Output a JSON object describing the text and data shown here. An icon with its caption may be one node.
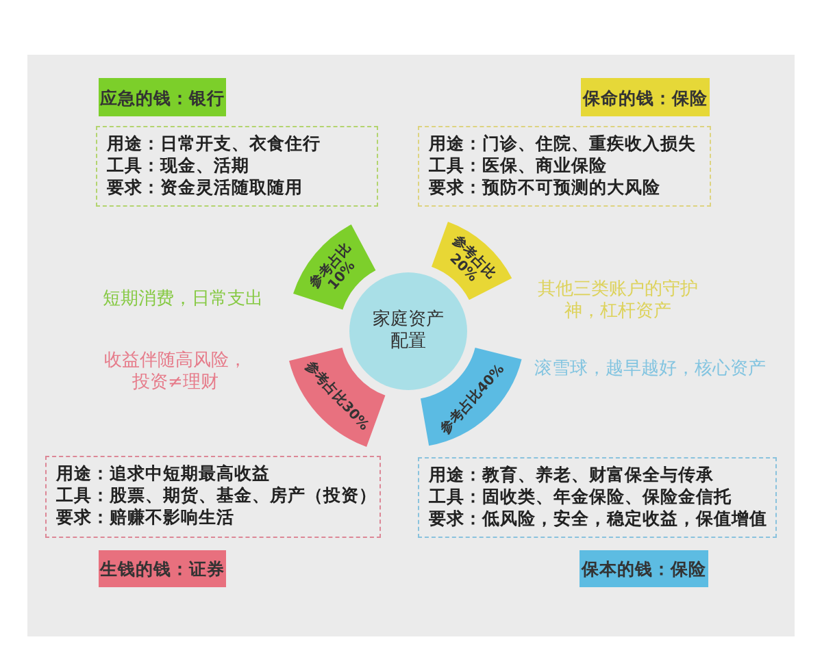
{
  "diagram": {
    "nodes": [
      {
        "text": [
          "应急的钱：银行"
        ]
      },
      {
        "text": [
          "保命的钱：保险"
        ]
      },
      {
        "text": [
          "用途：日常开支、衣食住行",
          "工具：现金、活期",
          "要求：资金灵活随取随用"
        ]
      },
      {
        "text": [
          "用途：门诊、住院、重疾收入损失",
          "工具：医保、商业保险",
          "要求：预防不可预测的大风险"
        ]
      },
      {
        "text": [
          "参考占比10%"
        ]
      },
      {
        "text": [
          "参考占比20%"
        ]
      },
      {
        "text": [
          "家庭资产配置"
        ]
      },
      {
        "text": [
          "参考占比30%"
        ]
      },
      {
        "text": [
          "参考占比40%"
        ]
      },
      {
        "text": [
          "用途：追求中短期最高收益",
          "工具：股票、期货、基金、房产（投资）",
          "要求：赔赚不影响生活"
        ]
      },
      {
        "text": [
          "用途：教育、养老、财富保全与传承",
          "工具：固收类、年金保险、保险金信托",
          "要求：低风险，安全，稳定收益，保值增值"
        ]
      },
      {
        "text": [
          "生钱的钱：证券"
        ]
      },
      {
        "text": [
          "保本的钱：保险"
        ]
      }
    ],
    "labels": [
      "短期消费，日常支出",
      "其他三类账户的守护神，杠杆资产",
      "收益伴随高风险，投资≠理财",
      "滚雪球，越早越好，核心资产"
    ]
  }
}
